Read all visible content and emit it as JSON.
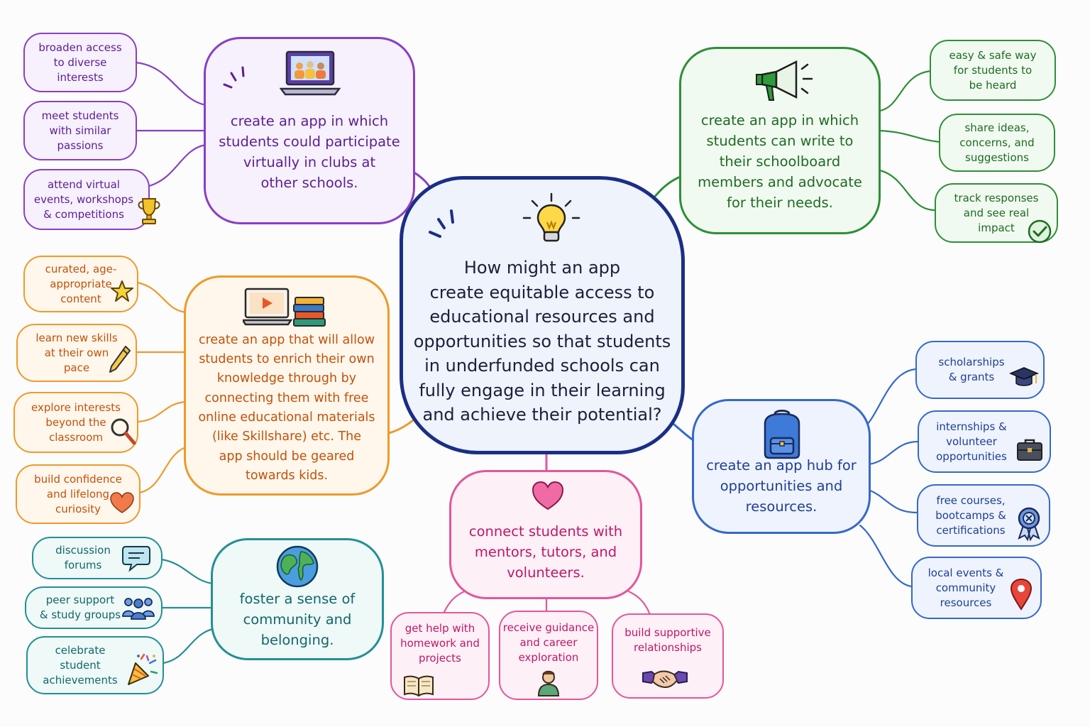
{
  "center": {
    "text": "How might an app\ncreate equitable access to\neducational resources and\nopportunities so that students\nin underfunded schools can\nfully engage in their learning\nand achieve their potential?",
    "icon": "lightbulb-icon"
  },
  "branches": {
    "clubs": {
      "text": "create an app in which\nstudents could participate\nvirtually in clubs at\nother schools.",
      "icon": "laptop-video-call-icon",
      "leaves": [
        {
          "text": "broaden access\nto diverse\ninterests"
        },
        {
          "text": "meet students\nwith similar\npassions"
        },
        {
          "text": "attend virtual\nevents, workshops\n& competitions",
          "icon": "trophy-icon"
        }
      ]
    },
    "schoolboard": {
      "text": "create an app in which\nstudents can write to\ntheir schoolboard\nmembers and advocate\nfor their needs.",
      "icon": "megaphone-icon",
      "leaves": [
        {
          "text": "easy & safe way\nfor students to\nbe heard"
        },
        {
          "text": "share ideas,\nconcerns, and\nsuggestions"
        },
        {
          "text": "track responses\nand see real\nimpact",
          "icon": "check-circle-icon"
        }
      ]
    },
    "enrich": {
      "text": "create an app that will allow\nstudents to enrich their own\nknowledge through by\nconnecting them with free\nonline educational materials\n(like Skillshare) etc. The\napp should be geared\ntowards kids.",
      "icon": "video-lesson-and-books-icon",
      "leaves": [
        {
          "text": "curated, age-\nappropriate\ncontent",
          "icon": "star-icon"
        },
        {
          "text": "learn new skills\nat their own\npace",
          "icon": "pencil-icon"
        },
        {
          "text": "explore interests\nbeyond the\nclassroom",
          "icon": "magnifier-icon"
        },
        {
          "text": "build confidence\nand lifelong\ncuriosity",
          "icon": "heart-icon"
        }
      ]
    },
    "hub": {
      "text": "create an app hub for\nopportunities and\nresources.",
      "icon": "backpack-icon",
      "leaves": [
        {
          "text": "scholarships\n& grants",
          "icon": "graduation-cap-icon"
        },
        {
          "text": "internships &\nvolunteer\nopportunities",
          "icon": "briefcase-icon"
        },
        {
          "text": "free courses,\nbootcamps &\ncertifications",
          "icon": "award-ribbon-icon"
        },
        {
          "text": "local events &\ncommunity\nresources",
          "icon": "map-pin-icon"
        }
      ]
    },
    "mentors": {
      "text": "connect students with\nmentors, tutors, and\nvolunteers.",
      "icon": "heart-icon",
      "leaves": [
        {
          "text": "get help with\nhomework and\nprojects",
          "icon": "open-book-icon"
        },
        {
          "text": "receive guidance\nand career\nexploration",
          "icon": "person-icon"
        },
        {
          "text": "build supportive\nrelationships",
          "icon": "handshake-icon"
        }
      ]
    },
    "community": {
      "text": "foster a sense of\ncommunity and\nbelonging.",
      "icon": "globe-icon",
      "leaves": [
        {
          "text": "discussion\nforums",
          "icon": "speech-bubble-icon"
        },
        {
          "text": "peer support\n& study groups",
          "icon": "people-group-icon"
        },
        {
          "text": "celebrate\nstudent\nachievements",
          "icon": "party-popper-icon"
        }
      ]
    }
  },
  "colors": {
    "center_border": "#1b2e86",
    "purple": "#8a3fc4",
    "green": "#2f8f37",
    "orange": "#ee9a2b",
    "blue": "#3569c9",
    "pink": "#e2579a",
    "teal": "#258f93"
  }
}
